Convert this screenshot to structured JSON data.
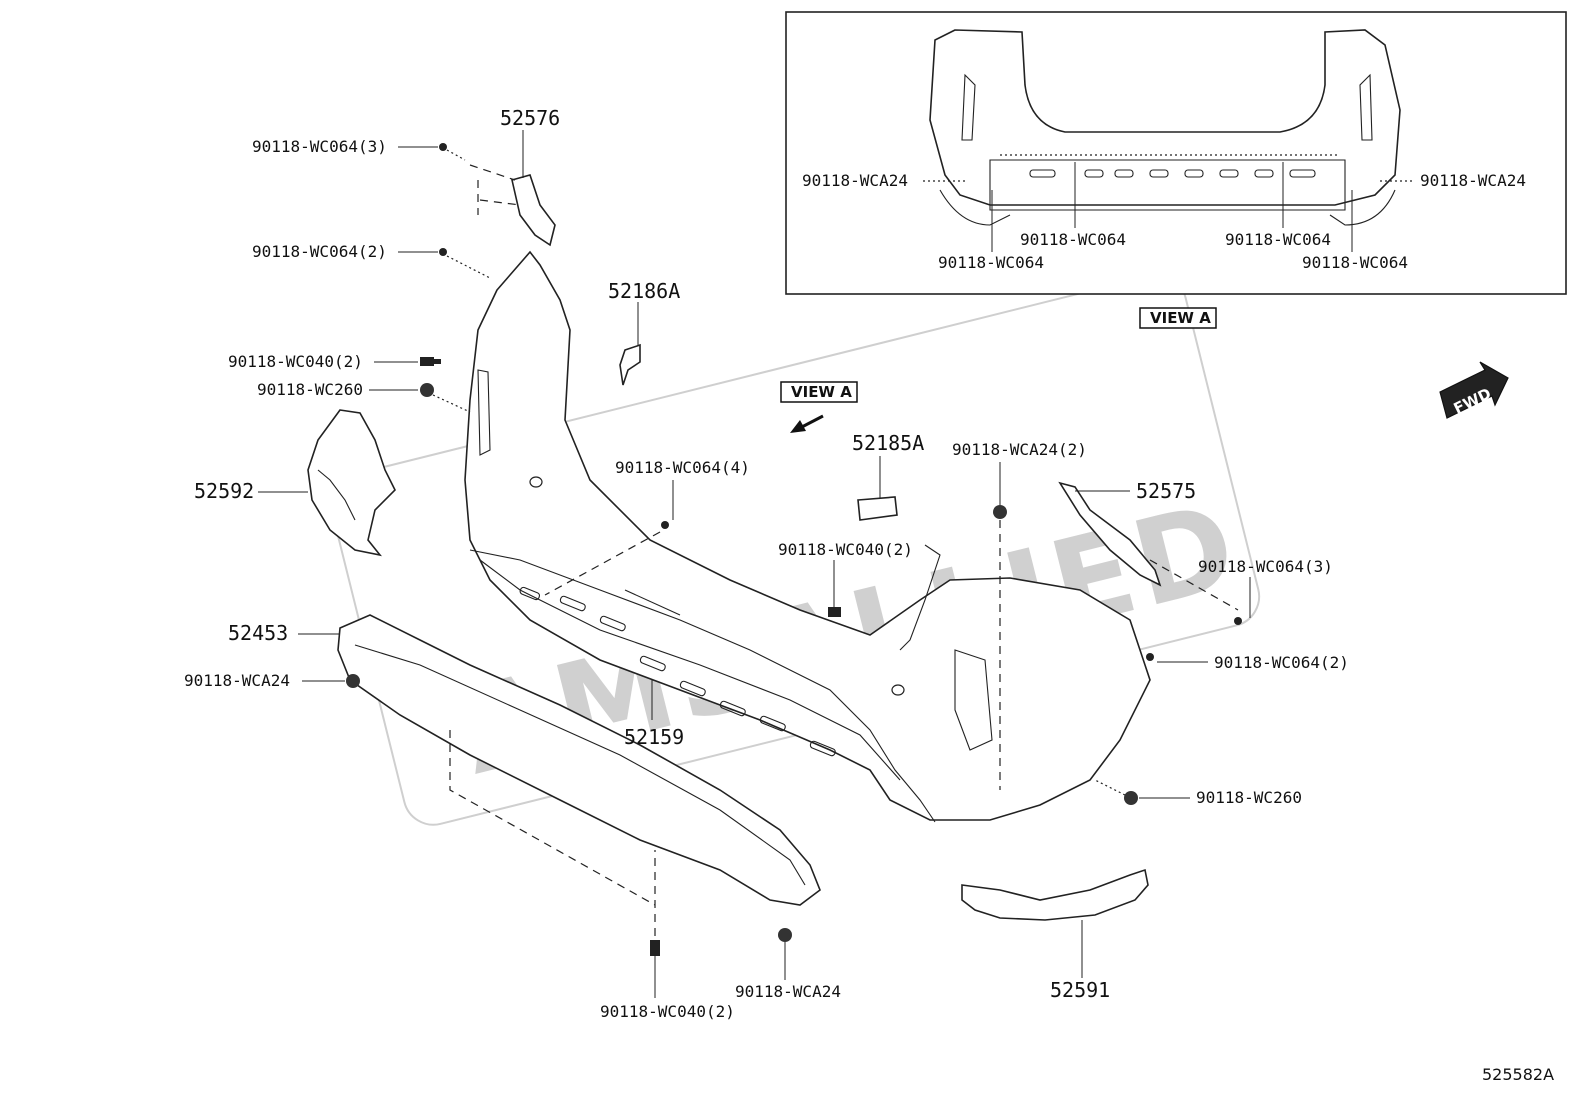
{
  "watermark": "AMSALLIED",
  "view_tag": "VIEW A",
  "view_arrow_tag": "VIEW A",
  "fwd": "FWD",
  "ref": "525582A",
  "labels": {
    "p52576": "52576",
    "p52186A": "52186A",
    "p52592": "52592",
    "p52453": "52453",
    "p52159": "52159",
    "p52185A": "52185A",
    "p52575": "52575",
    "p52591": "52591",
    "c_wc064_3_top": "90118-WC064(3)",
    "c_wc064_2_top": "90118-WC064(2)",
    "c_wc040_2_left": "90118-WC040(2)",
    "c_wc260_left": "90118-WC260",
    "c_wca24_left": "90118-WCA24",
    "c_wc064_4": "90118-WC064(4)",
    "c_wca24_2": "90118-WCA24(2)",
    "c_wc040_2_mid": "90118-WC040(2)",
    "c_wc064_3_right": "90118-WC064(3)",
    "c_wc064_2_right": "90118-WC064(2)",
    "c_wc260_right": "90118-WC260",
    "c_wc040_2_bottom": "90118-WC040(2)",
    "c_wca24_bottom": "90118-WCA24"
  },
  "view_a_labels": {
    "wca24_left": "90118-WCA24",
    "wca24_right": "90118-WCA24",
    "wc064_a": "90118-WC064",
    "wc064_b": "90118-WC064",
    "wc064_c": "90118-WC064",
    "wc064_d": "90118-WC064"
  }
}
